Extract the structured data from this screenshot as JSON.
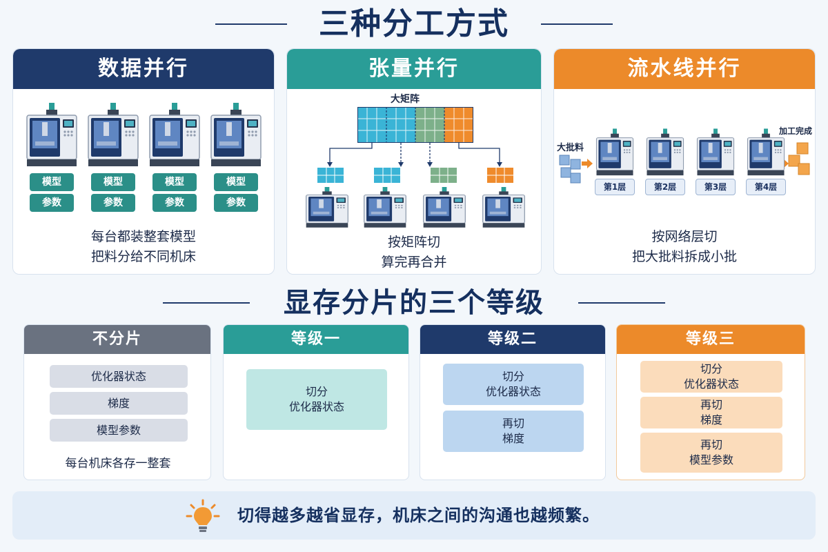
{
  "titles": {
    "main": "三种分工方式",
    "second": "显存分片的三个等级"
  },
  "colors": {
    "navy": "#1f3a6b",
    "teal": "#2a9d97",
    "orange": "#ec8a2a",
    "gray": "#6a7280"
  },
  "data_parallel": {
    "header": "数据并行",
    "tag_model": "模型",
    "tag_params": "参数",
    "caption": "每台都装整套模型\n把料分给不同机床"
  },
  "tensor_parallel": {
    "header": "张量并行",
    "matrix_label": "大矩阵",
    "caption": "按矩阵切\n算完再合并"
  },
  "pipeline_parallel": {
    "header": "流水线并行",
    "input_label": "大批料",
    "output_label": "加工完成",
    "layers": [
      "第1层",
      "第2层",
      "第3层",
      "第4层"
    ],
    "caption": "按网络层切\n把大批料拆成小批"
  },
  "levels": {
    "none": {
      "header": "不分片",
      "items": [
        "优化器状态",
        "梯度",
        "模型参数"
      ],
      "caption": "每台机床各存一整套"
    },
    "one": {
      "header": "等级一",
      "items": [
        "切分\n优化器状态"
      ]
    },
    "two": {
      "header": "等级二",
      "items": [
        "切分\n优化器状态",
        "再切\n梯度"
      ]
    },
    "three": {
      "header": "等级三",
      "items": [
        "切分\n优化器状态",
        "再切\n梯度",
        "再切\n模型参数"
      ]
    }
  },
  "tip": {
    "icon": "lightbulb-icon",
    "text": "切得越多越省显存，机床之间的沟通也越频繁。"
  }
}
